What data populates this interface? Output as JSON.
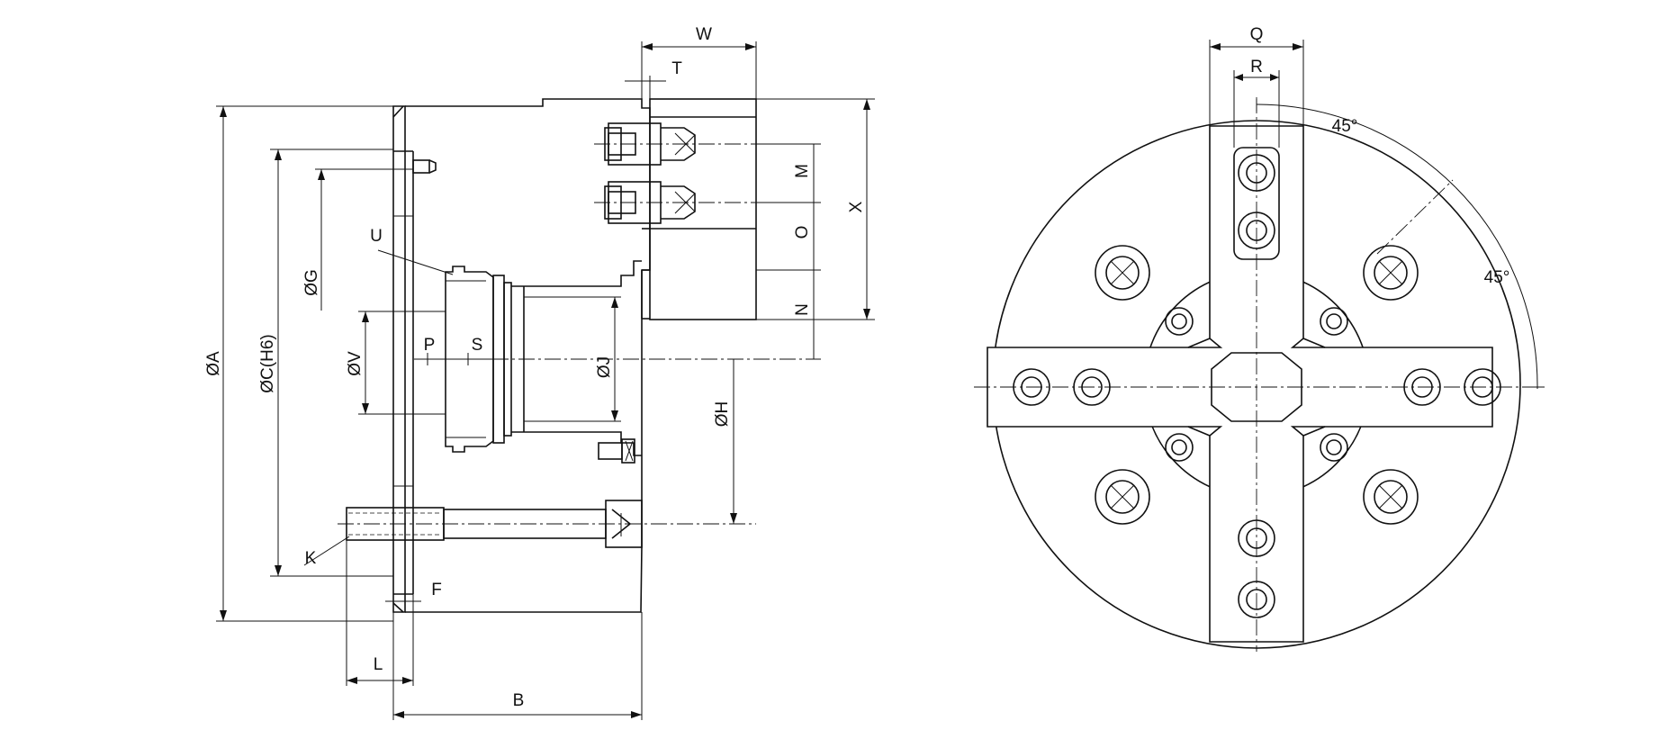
{
  "side_view": {
    "labels": {
      "A": "ØA",
      "C": "ØC(H6)",
      "G": "ØG",
      "V": "ØV",
      "J": "ØJ",
      "H": "ØH",
      "U": "U",
      "P": "P",
      "S": "S",
      "K": "K",
      "F": "F",
      "L": "L",
      "B": "B",
      "T": "T",
      "W": "W",
      "M": "M",
      "O": "O",
      "N": "N",
      "X": "X"
    }
  },
  "front_view": {
    "labels": {
      "Q": "Q",
      "R": "R",
      "angle_top": "45°",
      "angle_side": "45°"
    }
  }
}
